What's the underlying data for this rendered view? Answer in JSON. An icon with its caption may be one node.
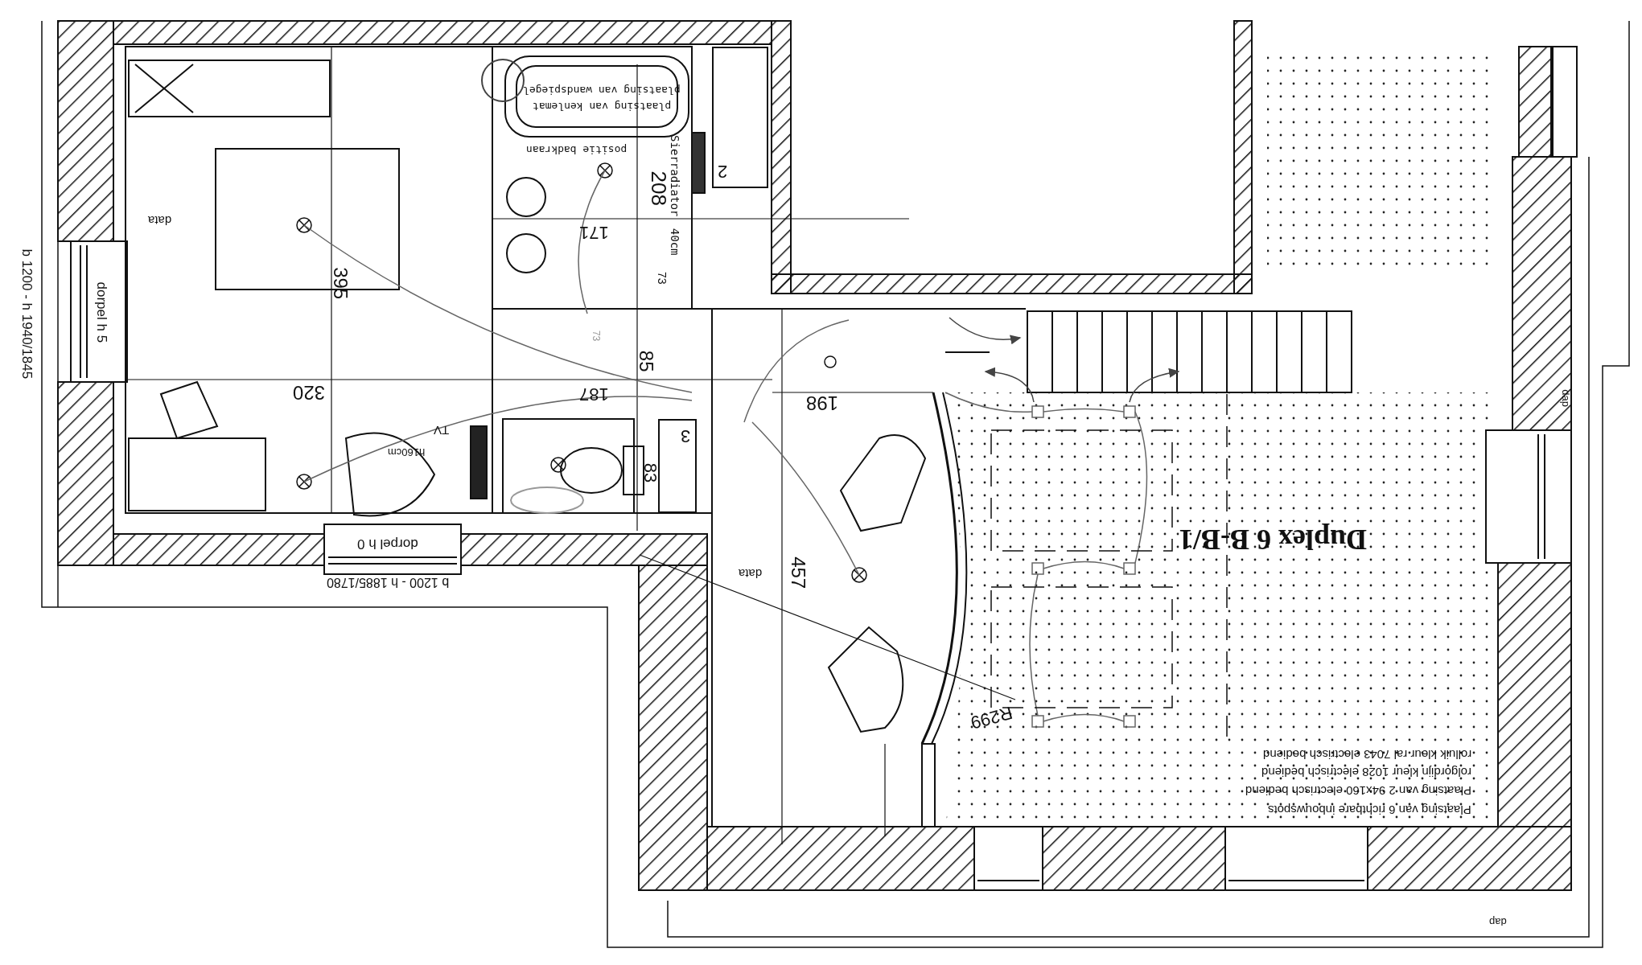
{
  "diagram": {
    "title": "Duplex 6 B-B/1",
    "nodes": [
      {
        "text": [
          "2"
        ]
      },
      {
        "text": [
          "3"
        ]
      }
    ],
    "labels": [
      "b 1200 - h 1940/1845",
      "dorpel h 5",
      "data",
      "395",
      "320",
      "plaatsing van wandspiegel",
      "plaatsing van kenlemat",
      "positie badkraan",
      "208",
      "Sierradiator",
      "40cm",
      "171",
      "73",
      "73",
      "85",
      "187",
      "TV",
      "h160cm",
      "83",
      "dorpel h 0",
      "b 1200 - h 1885/1780",
      "198",
      "data",
      "457",
      "R299",
      "Plaatsing van 6 richtbare inbouwspots",
      "Plaatsing van 2 94x160 electrisch bediend",
      "rolgordijn kleur 1028 electrisch bediend",
      "rolluik kleur ral 7043 electrisch bediend",
      "dap",
      "dap"
    ]
  }
}
